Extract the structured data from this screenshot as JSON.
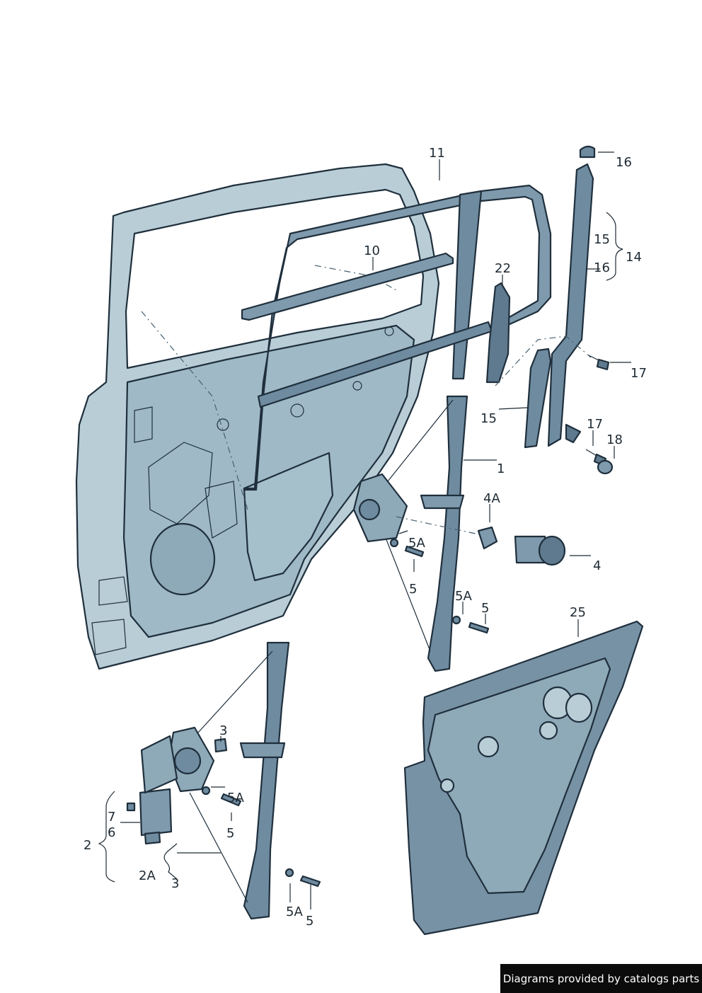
{
  "colors": {
    "door_fill": "#b8cdd6",
    "door_shadow": "#8ea9b8",
    "part_fill": "#7f9aad",
    "part_dark": "#4f6a7d",
    "outline": "#1f2f3c",
    "footer_bg": "#0b0b0b",
    "footer_text": "#ffffff"
  },
  "callouts": {
    "c11": "11",
    "c10": "10",
    "c22": "22",
    "c16a": "16",
    "c15a": "15",
    "c14": "14",
    "c16b": "16",
    "c17a": "17",
    "c15b": "15",
    "c17b": "17",
    "c18": "18",
    "c1": "1",
    "c4a": "4A",
    "c4": "4",
    "c5a_a": "5A",
    "c5_a": "5",
    "c5a_b": "5A",
    "c5_b": "5",
    "c25": "25",
    "c3a": "3",
    "c5a_c": "5A",
    "c5_c": "5",
    "c7": "7",
    "c6": "6",
    "c2": "2",
    "c2a": "2A",
    "c3b": "3",
    "c5a_d": "5A",
    "c5_d": "5"
  },
  "footer": {
    "text": "Diagrams provided by catalogs parts"
  }
}
